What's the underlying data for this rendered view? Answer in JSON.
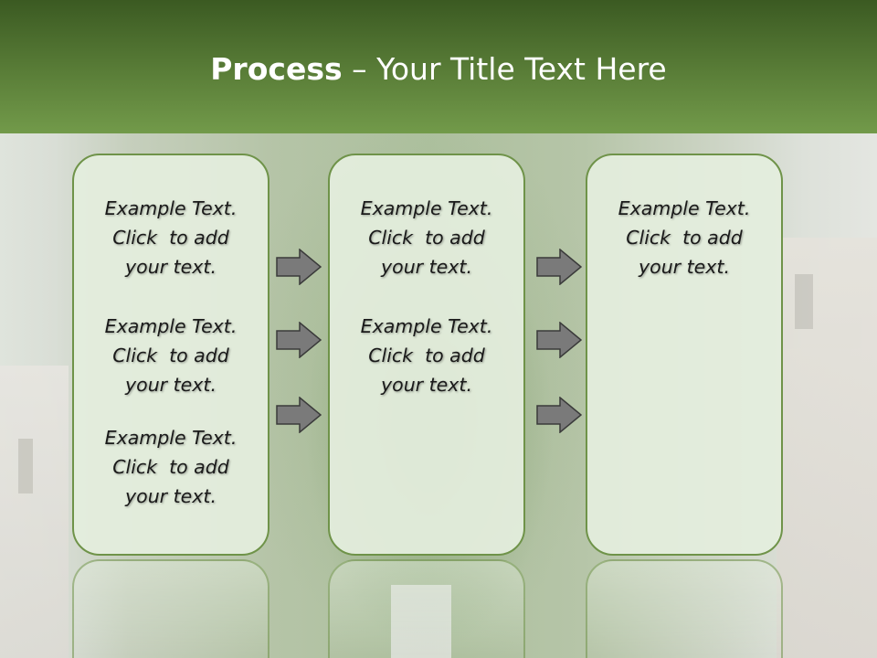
{
  "slide": {
    "title_bold": "Process",
    "title_rest": " – Your Title Text Here"
  },
  "columns": [
    {
      "items": [
        "Example Text.\nClick  to add\nyour text.",
        "Example Text.\nClick  to add\nyour text.",
        "Example Text.\nClick  to add\nyour text."
      ]
    },
    {
      "items": [
        "Example Text.\nClick  to add\nyour text.",
        "Example Text.\nClick  to add\nyour text."
      ]
    },
    {
      "items": [
        "Example Text.\nClick  to add\nyour text."
      ]
    }
  ],
  "colors": {
    "header_dark": "#3b5a22",
    "header_light": "#729a4a",
    "box_border": "#6f9349",
    "box_fill": "#e4eede",
    "arrow_fill": "#7a7a7a"
  },
  "icons": {
    "connector": "right-arrow-icon"
  }
}
